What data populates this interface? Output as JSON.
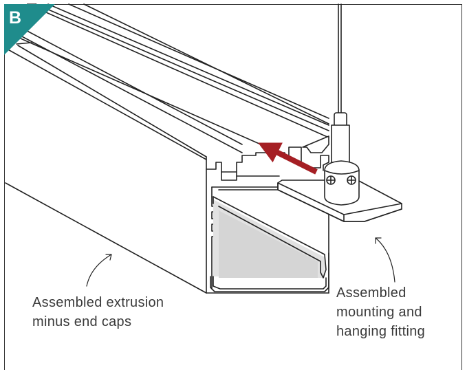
{
  "badge": {
    "letter": "B",
    "color": "#1f8c8c"
  },
  "arrow_color": "#a51f24",
  "labels": {
    "extrusion": {
      "line1": "Assembled extrusion",
      "line2": "minus end caps"
    },
    "fitting": {
      "line1": "Assembled",
      "line2": "mounting and",
      "line3": "hanging fitting"
    }
  }
}
